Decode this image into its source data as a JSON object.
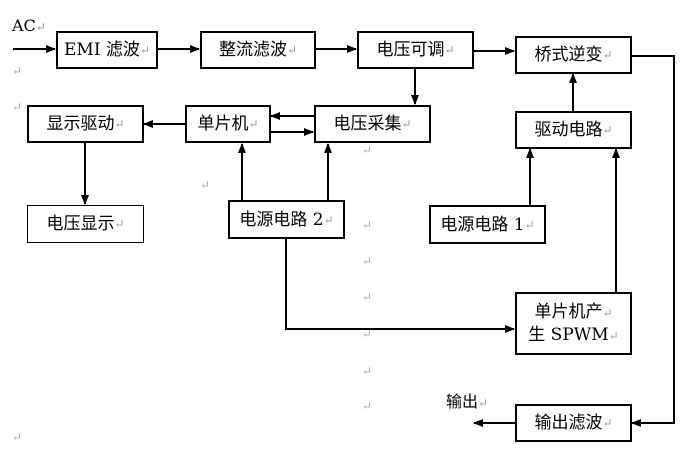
{
  "diagram": {
    "type": "block-diagram",
    "input_label": "AC",
    "output_label": "输出",
    "para_mark": "↵",
    "blocks": {
      "emi": "EMI 滤波",
      "rectifier": "整流滤波",
      "voltage_adjust": "电压可调",
      "bridge_inverter": "桥式逆变",
      "display_driver": "显示驱动",
      "mcu": "单片机",
      "voltage_sampling": "电压采集",
      "driver_circuit": "驱动电路",
      "voltage_display": "电压显示",
      "power_supply_2": "电源电路 2",
      "power_supply_1": "电源电路 1",
      "spwm_line1": "单片机产",
      "spwm_line2": "生 SPWM",
      "output_filter": "输出滤波"
    },
    "connections": [
      {
        "from": "AC",
        "to": "EMI 滤波"
      },
      {
        "from": "EMI 滤波",
        "to": "整流滤波"
      },
      {
        "from": "整流滤波",
        "to": "电压可调"
      },
      {
        "from": "电压可调",
        "to": "桥式逆变"
      },
      {
        "from": "电压可调",
        "to": "电压采集"
      },
      {
        "from": "电压采集",
        "to": "单片机"
      },
      {
        "from": "单片机",
        "to": "电压采集"
      },
      {
        "from": "单片机",
        "to": "显示驱动"
      },
      {
        "from": "显示驱动",
        "to": "电压显示"
      },
      {
        "from": "电源电路 2",
        "to": "单片机"
      },
      {
        "from": "电源电路 2",
        "to": "电压采集"
      },
      {
        "from": "电源电路 2",
        "to": "单片机产生 SPWM"
      },
      {
        "from": "电源电路 1",
        "to": "驱动电路"
      },
      {
        "from": "单片机产生 SPWM",
        "to": "驱动电路"
      },
      {
        "from": "驱动电路",
        "to": "桥式逆变"
      },
      {
        "from": "桥式逆变",
        "to": "输出滤波"
      },
      {
        "from": "输出滤波",
        "to": "输出"
      }
    ]
  }
}
